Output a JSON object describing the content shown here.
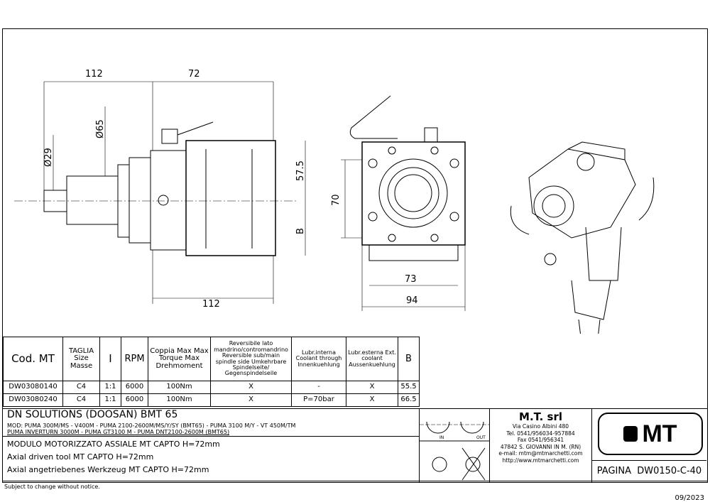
{
  "dimensions": {
    "side_total": "112",
    "side_head": "72",
    "dia_body": "Ø65",
    "dia_shank": "Ø29",
    "height_top": "57.5",
    "height_b": "B",
    "side_bottom": "112",
    "front_height": "70",
    "front_inner": "73",
    "front_width": "94"
  },
  "table": {
    "headers": [
      "Cod. MT",
      "TAGLIA Size Masse",
      "I",
      "RPM",
      "Coppia Max Max Torque Max Drehmoment",
      "Reversibile lato mandrino/contromandrino Reversible sub/main spindle side Umkehrbare Spindelseite/ Gegenspindelseile",
      "Lubr.interna Coolant through Innenkuehlung",
      "Lubr.esterna Ext. coolant Aussenkuehlung",
      "B"
    ],
    "rows": [
      [
        "DW03080140",
        "C4",
        "1:1",
        "6000",
        "100Nm",
        "X",
        "-",
        "X",
        "55.5"
      ],
      [
        "DW03080240",
        "C4",
        "1:1",
        "6000",
        "100Nm",
        "X",
        "P=70bar",
        "X",
        "66.5"
      ]
    ]
  },
  "title_block": {
    "machine": "DN SOLUTIONS (DOOSAN)   BMT 65",
    "models_1": "MOD: PUMA 300M/MS - V400M - PUMA 2100-2600M/MS/Y/SY (BMT65) - PUMA 3100 M/Y - VT 450M/TM",
    "models_2": "PUMA INVERTURN 3000M - PUMA GT3100 M - PUMA DNT2100-2600M (BMT65)",
    "desc_it": "MODULO MOTORIZZATO ASSIALE MT CAPTO H=72mm",
    "desc_en": "Axial driven tool MT CAPTO H=72mm",
    "desc_de": "Axial angetriebenes Werkzeug MT CAPTO H=72mm",
    "rotation_in": "IN",
    "rotation_out": "OUT"
  },
  "company": {
    "name": "M.T. srl",
    "address": "Via Casino Albini 480",
    "tel": "Tel. 0541/956034-957884",
    "fax": "Fax 0541/956341",
    "city": "47842 S. GIOVANNI IN M. (RN)",
    "email": "e-mail: mtm@mtmarchetti.com",
    "web": "http://www.mtmarchetti.com",
    "logo": "MT"
  },
  "page": "PAGINA  DW0150-C-40",
  "footer": {
    "notice": "Subject to change without notice.",
    "date": "09/2023"
  }
}
